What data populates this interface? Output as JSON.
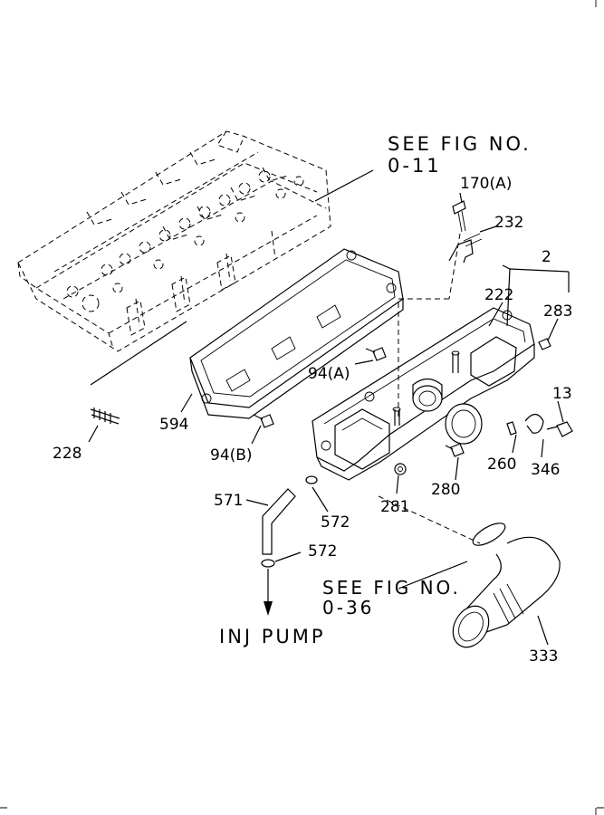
{
  "references": {
    "head_see": "SEE FIG NO.",
    "head_fig": "0-11",
    "hose_see": "SEE FIG NO.",
    "hose_fig": "0-36"
  },
  "destination": "INJ PUMP",
  "parts": {
    "p170a": "170(A)",
    "p232": "232",
    "p2": "2",
    "p222": "222",
    "p283": "283",
    "p13": "13",
    "p346": "346",
    "p260": "260",
    "p280": "280",
    "p281": "281",
    "p94a": "94(A)",
    "p94b": "94(B)",
    "p594": "594",
    "p228": "228",
    "p571": "571",
    "p572a": "572",
    "p572b": "572",
    "p333": "333"
  }
}
